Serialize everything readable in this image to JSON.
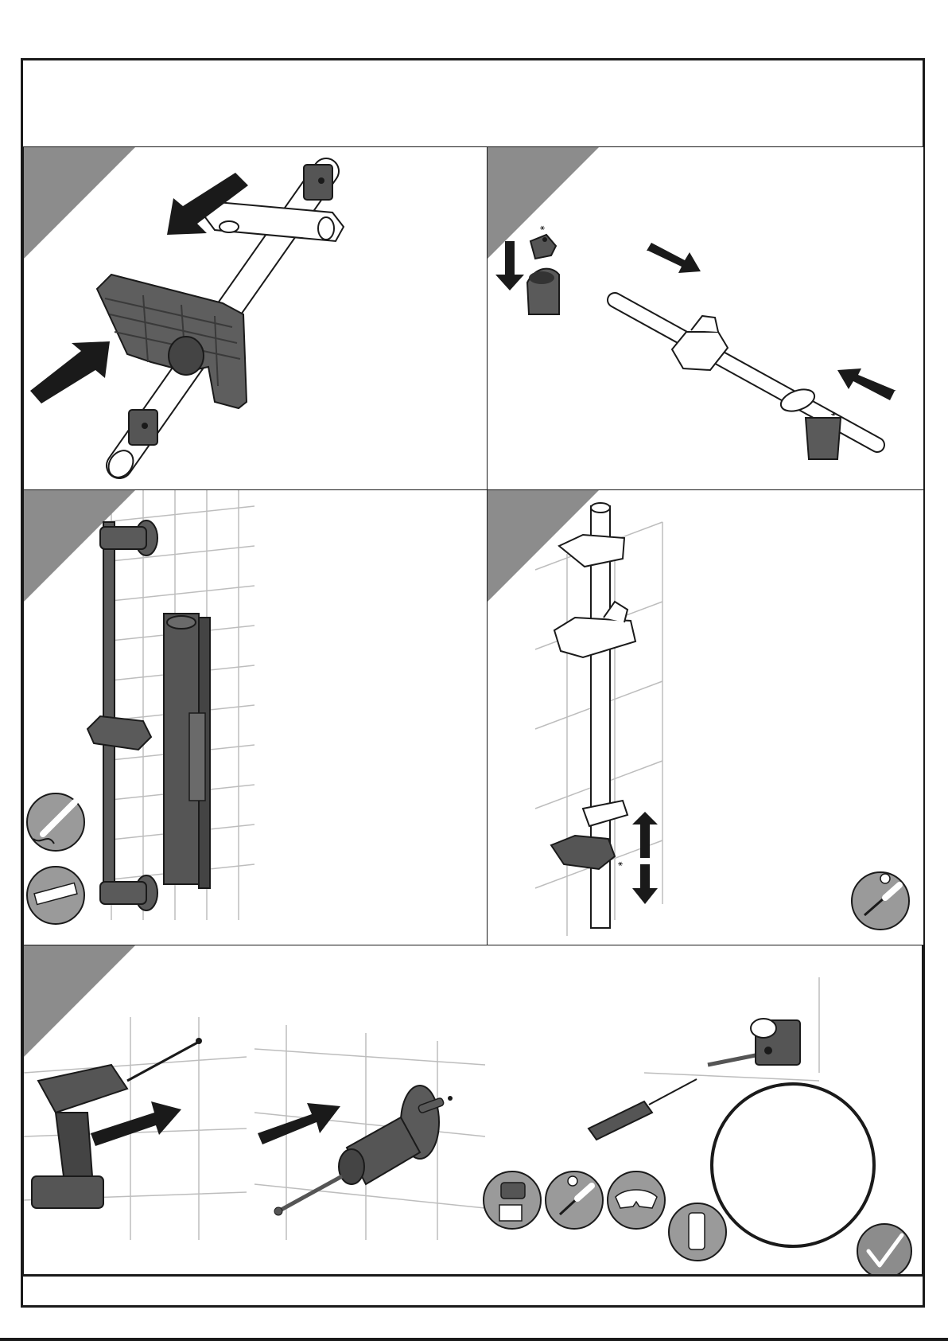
{
  "document": {
    "header_text": "",
    "footer_text": ""
  },
  "steps": [
    {
      "id": "step-1",
      "icons": []
    },
    {
      "id": "step-2",
      "icons": [
        "screw-icon"
      ]
    },
    {
      "id": "step-3",
      "icons": [
        "pencil-icon",
        "spirit-level-icon"
      ]
    },
    {
      "id": "step-4",
      "icons": [
        "phillips-screwdriver-icon"
      ]
    },
    {
      "id": "step-5",
      "icons": [
        "cordless-drill-icon",
        "phillips-screwdriver-icon",
        "safety-glasses-icon",
        "wall-plug-icon",
        "checkmark-icon"
      ]
    }
  ],
  "colors": {
    "line": "#1a1a1a",
    "corner_triangle": "#8c8c8c",
    "part_dark": "#555555",
    "tile_line": "#bdbdbd",
    "icon_circle": "#9a9a9a"
  }
}
